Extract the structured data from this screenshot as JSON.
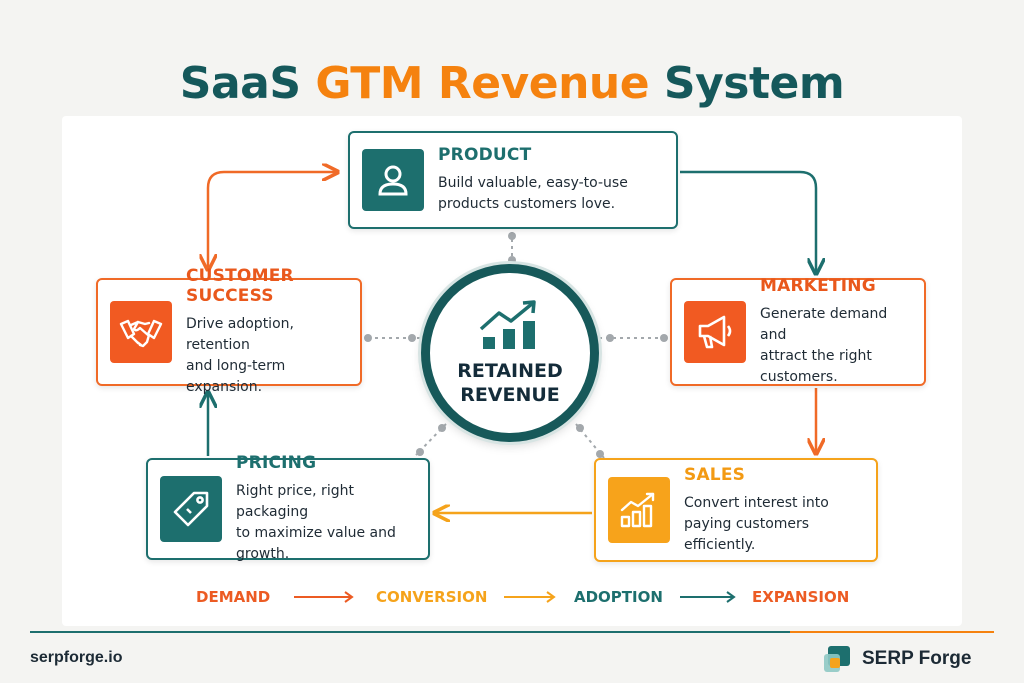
{
  "title": {
    "part1": "SaaS",
    "part2": "GTM Revenue",
    "part3": "System"
  },
  "hub": {
    "line1": "RETAINED",
    "line2": "REVENUE",
    "icon": "growth-chart-icon"
  },
  "cards": {
    "product": {
      "heading": "PRODUCT",
      "line1": "Build valuable, easy-to-use",
      "line2": "products customers love.",
      "icon": "user-icon"
    },
    "marketing": {
      "heading": "MARKETING",
      "line1": "Generate demand and",
      "line2": "attract the right",
      "line3": "customers.",
      "icon": "megaphone-icon"
    },
    "sales": {
      "heading": "SALES",
      "line1": "Convert interest into",
      "line2": "paying customers",
      "line3": "efficiently.",
      "icon": "bar-chart-icon"
    },
    "pricing": {
      "heading": "PRICING",
      "line1": "Right price, right packaging",
      "line2": "to maximize value and growth.",
      "icon": "price-tag-icon"
    },
    "customer_success": {
      "heading": "CUSTOMER SUCCESS",
      "line1": "Drive adoption, retention",
      "line2": "and long-term expansion.",
      "icon": "handshake-icon"
    }
  },
  "flow": [
    "DEMAND",
    "CONVERSION",
    "ADOPTION",
    "EXPANSION"
  ],
  "footer": {
    "site": "serpforge.io",
    "brand": "SERP Forge"
  },
  "colors": {
    "teal": "#1d6f6e",
    "dark_teal": "#15585b",
    "orange": "#f15a22",
    "amber": "#f7a31b"
  }
}
